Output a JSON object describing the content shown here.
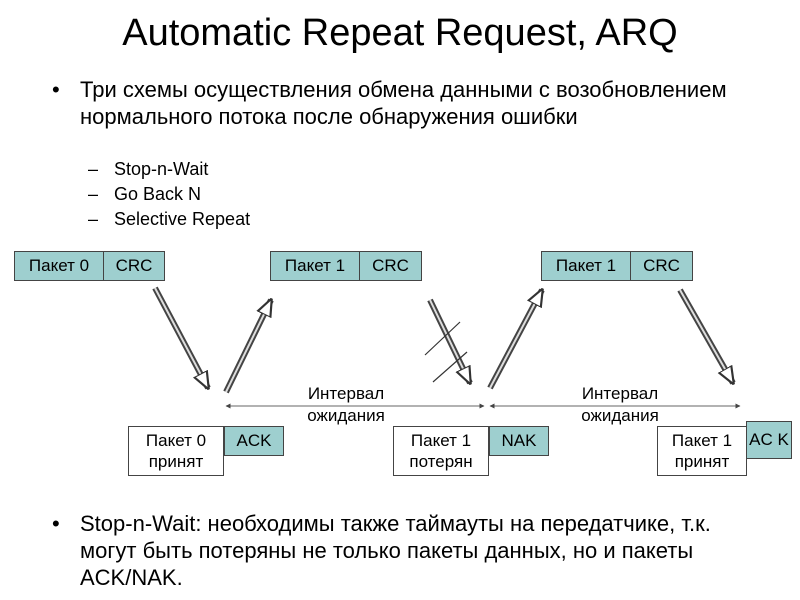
{
  "title": "Automatic Repeat Request, ARQ",
  "intro": {
    "bullet": "•",
    "text": "Три схемы осуществления обмена данными с возобновлением нормального потока после обнаружения ошибки"
  },
  "schemes": [
    {
      "dash": "–",
      "label": "Stop-n-Wait"
    },
    {
      "dash": "–",
      "label": "Go Back N"
    },
    {
      "dash": "–",
      "label": "Selective Repeat"
    }
  ],
  "diagram": {
    "sent": [
      {
        "packet": "Пакет 0",
        "crc": "CRC"
      },
      {
        "packet": "Пакет 1",
        "crc": "CRC"
      },
      {
        "packet": "Пакет 1",
        "crc": "CRC"
      }
    ],
    "received": [
      {
        "status": "Пакет 0 принят",
        "reply": "ACK"
      },
      {
        "status": "Пакет 1 потерян",
        "reply": "NAK"
      },
      {
        "status": "Пакет 1 принят",
        "reply": "AC K"
      }
    ],
    "intervals": [
      "Интервал ожидания",
      "Интервал ожидания"
    ],
    "colors": {
      "box_fill": "#9ecfcf",
      "arrow": "#444444"
    }
  },
  "note": {
    "bullet": "•",
    "text": "Stop-n-Wait: необходимы также таймауты на передатчике, т.к. могут быть потеряны не только пакеты данных, но и пакеты ACK/NAK."
  }
}
